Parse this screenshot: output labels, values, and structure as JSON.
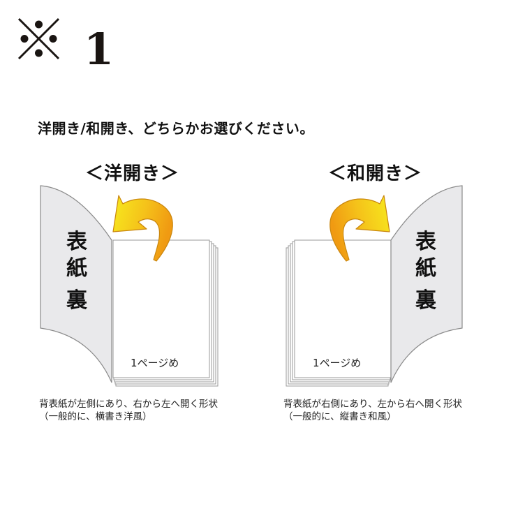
{
  "note": {
    "symbol_icon": "reference-mark-icon",
    "number": "1"
  },
  "headline": "洋開き/和開き、どちらかお選びください。",
  "colors": {
    "cover_fill": "#e9e9eb",
    "cover_stroke": "#8a8a8a",
    "page_fill": "#ffffff",
    "page_stroke": "#9a9a9a",
    "arrow_light": "#f4e41e",
    "arrow_dark": "#f0a010",
    "arrow_stroke": "#c9860e",
    "text": "#111111"
  },
  "options": [
    {
      "id": "western",
      "title": "＜洋開き＞",
      "cover_label": [
        "表",
        "紙",
        "裏"
      ],
      "cover_side": "left",
      "arrow_icon": "curved-arrow-left-icon",
      "page_label": "1ページめ",
      "description": [
        "背表紙が左側にあり、右から左へ開く形状",
        "（一般的に、横書き洋風）"
      ]
    },
    {
      "id": "japanese",
      "title": "＜和開き＞",
      "cover_label": [
        "表",
        "紙",
        "裏"
      ],
      "cover_side": "right",
      "arrow_icon": "curved-arrow-right-icon",
      "page_label": "1ページめ",
      "description": [
        "背表紙が右側にあり、左から右へ開く形状",
        "（一般的に、縦書き和風）"
      ]
    }
  ]
}
